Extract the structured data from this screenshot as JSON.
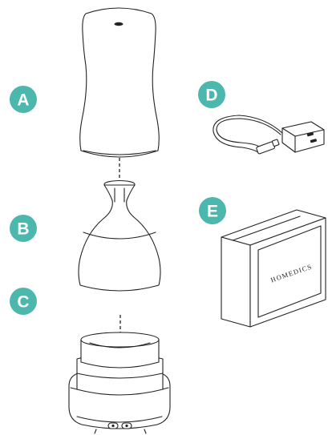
{
  "accent_color": "#4cb7ad",
  "line_color": "#222222",
  "labels": {
    "a": "A",
    "b": "B",
    "c": "C",
    "d": "D",
    "e": "E"
  },
  "box": {
    "brand": "HOMEDICS"
  },
  "parts": {
    "a": "diffuser-cover",
    "b": "water-reservoir",
    "c": "base-unit",
    "d": "power-adapter",
    "e": "packaging-box"
  }
}
